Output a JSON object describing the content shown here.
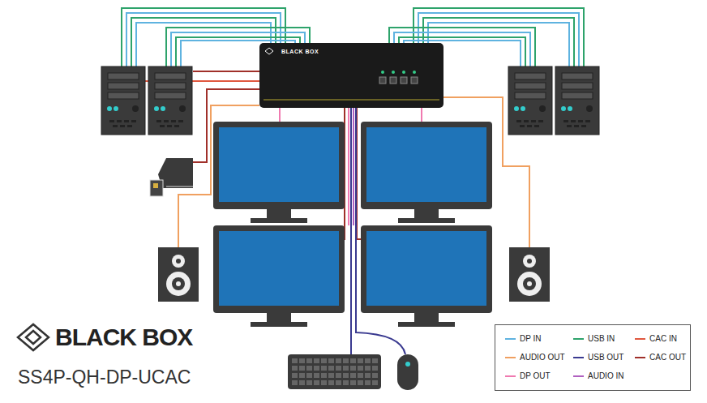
{
  "diagram": {
    "nodes": [
      {
        "text": [
          "BLACK BOX"
        ]
      }
    ],
    "labels": [
      "BLACK BOX",
      "SS4P-QH-DP-UCAC"
    ],
    "legend": [
      {
        "text": "DP IN",
        "color": "#5fb3e0"
      },
      {
        "text": "USB IN",
        "color": "#2ea36b"
      },
      {
        "text": "CAC IN",
        "color": "#e0573f"
      },
      {
        "text": "AUDIO OUT",
        "color": "#f0a060"
      },
      {
        "text": "USB OUT",
        "color": "#3a3a90"
      },
      {
        "text": "CAC OUT",
        "color": "#a0302a"
      },
      {
        "text": "DP OUT",
        "color": "#f07ab0"
      },
      {
        "text": "AUDIO IN",
        "color": "#b060c0"
      }
    ]
  }
}
